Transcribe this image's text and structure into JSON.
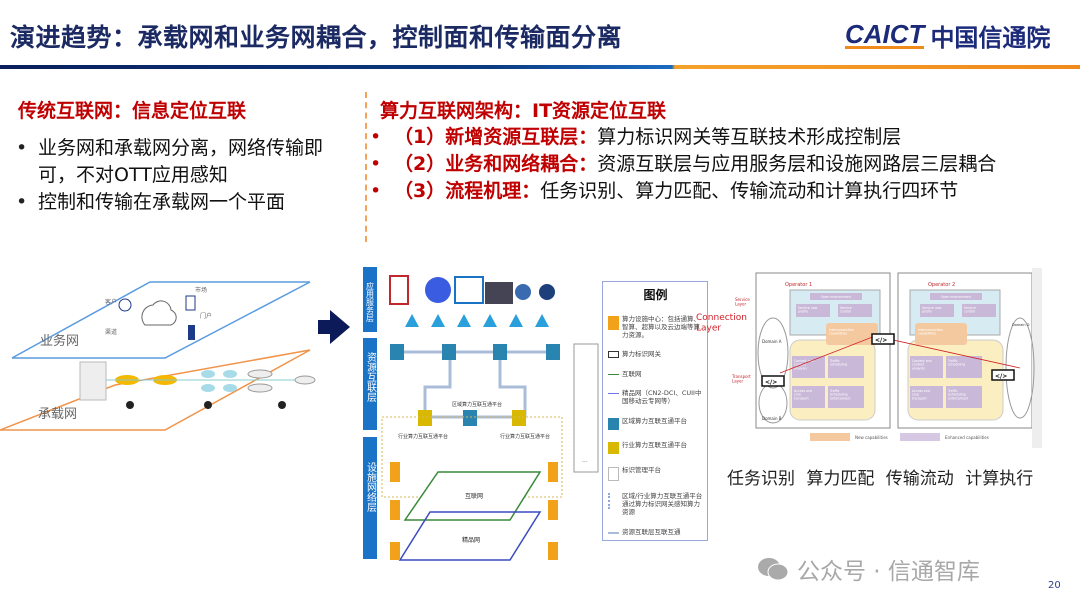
{
  "title": "演进趋势：承载网和业务网耦合，控制面和传输面分离",
  "logo": {
    "en": "CAICT",
    "cn": "中国信通院"
  },
  "left": {
    "heading": "传统互联网：信息定位互联",
    "bullets": [
      "业务网和承载网分离，网络传输即可，不对OTT应用感知",
      "控制和传输在承载网一个平面"
    ]
  },
  "right": {
    "heading": "算力互联网架构：IT资源定位互联",
    "bullets": [
      {
        "bold": "（1）新增资源互联层：",
        "text": "算力标识网关等互联技术形成控制层"
      },
      {
        "bold": "（2）业务和网络耦合：",
        "text": "资源互联层与应用服务层和设施网路层三层耦合"
      },
      {
        "bold": "（3）流程机理：",
        "text": "任务识别、算力匹配、传输流动和计算执行四环节"
      }
    ]
  },
  "diagram_left": {
    "service_net": "业务网",
    "bearer_net": "承载网",
    "nodes": [
      "客户",
      "市场",
      "门户",
      "渠道"
    ]
  },
  "diagram_mid": {
    "layers": [
      "应用服务层",
      "资源互联层",
      "设施网络层"
    ],
    "regional": "区域算力互联互通平台",
    "industry": "行业算力互联互通平台",
    "internet": "互联网",
    "premium": "精品网",
    "ellipsis": "...",
    "legend": {
      "title": "图例",
      "items": [
        "算力设施中心：包括通算、智算、超算以及云边端等算力资源。",
        "算力标识网关",
        "互联网",
        "精品网（CN2-DCI、CUII中国移动云专网等）",
        "区域算力互联互通平台",
        "行业算力互联互通平台",
        "标识管理平台",
        "区域/行业算力互联互通平台通过算力标识网关感知算力资源",
        "资源互联层互联互通"
      ]
    }
  },
  "diagram_right": {
    "connection_layer": "Connection Layer",
    "operator1": "Operator 1",
    "operator2": "Operator 2",
    "service_layer": "Service Layer",
    "transport_layer": "Transport Layer",
    "domain_a": "Domain A",
    "domain_b": "Domain B",
    "domain_d": "Domain D",
    "open_env": "Open environment",
    "svc_profile": "Service user profile",
    "svc_control": "Service control",
    "interconn": "Interconnection capabilities",
    "content": "Content and context analysis",
    "traffic": "Traffic scheduling",
    "access": "Access and core transport",
    "enforce": "Traffic Scheduling enforcement",
    "new_cap": "New capabilities",
    "enh_cap": "Enhanced capabilities"
  },
  "caption": "任务识别 算力匹配 传输流动 计算执行",
  "watermark": "公众号 · 信通智库",
  "page_number": "20"
}
